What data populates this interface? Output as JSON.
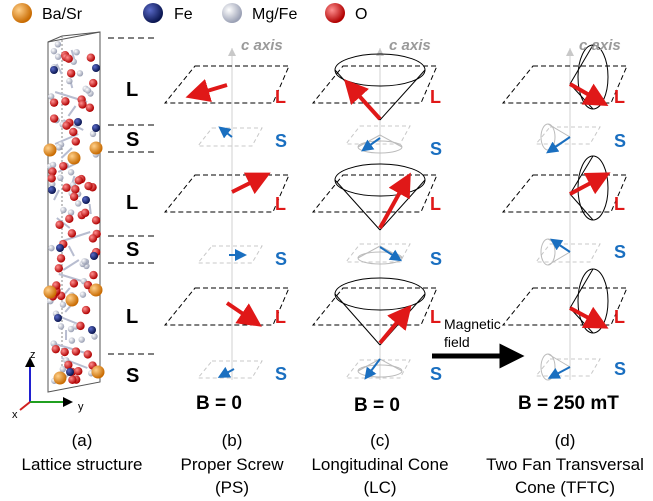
{
  "legend": {
    "items": [
      {
        "label": "Ba/Sr",
        "color": "#e0801a"
      },
      {
        "label": "Fe",
        "color": "#10206a"
      },
      {
        "label": "Mg/Fe",
        "color": "#c8cbd6"
      },
      {
        "label": "O",
        "color": "#d01010"
      }
    ]
  },
  "layers": {
    "left_labels": [
      "L",
      "S",
      "L",
      "S",
      "L",
      "S"
    ],
    "panel_labels": [
      "L",
      "S",
      "L",
      "S",
      "L",
      "S"
    ]
  },
  "axis": {
    "label": "c axis"
  },
  "fields": {
    "b": "B = 0",
    "c": "B = 0",
    "d": "B = 250 mT",
    "magnetic_line1": "Magnetic",
    "magnetic_line2": "field"
  },
  "coords": {
    "x": "x",
    "y": "y",
    "z": "z"
  },
  "captions": [
    {
      "letter": "(a)",
      "line1": "Lattice structure",
      "line2": ""
    },
    {
      "letter": "(b)",
      "line1": "Proper Screw",
      "line2": "(PS)"
    },
    {
      "letter": "(c)",
      "line1": "Longitudinal Cone",
      "line2": "(LC)"
    },
    {
      "letter": "(d)",
      "line1": "Two Fan Transversal",
      "line2": "Cone (TFTC)"
    }
  ],
  "colors": {
    "L": "#e01818",
    "S": "#1a6fc0",
    "arrow": "#e01818",
    "small_arrow": "#1a6fc0"
  }
}
